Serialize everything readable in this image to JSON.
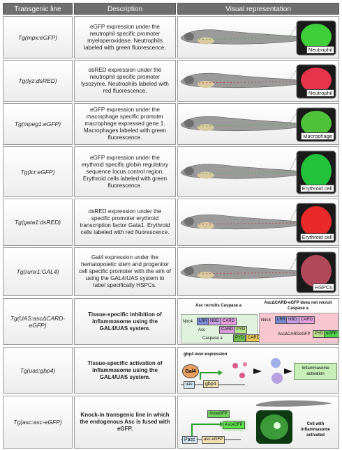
{
  "header": {
    "col1": "Transgenic line",
    "col2": "Description",
    "col3": "Visual representation"
  },
  "rows": [
    {
      "line": "Tg(mpx:eGFP)",
      "description": "eGFP expression under the neutrophil specific promoter myeloperoxidase. Neutrophils labeled with green fluorescence.",
      "cell_label": "Neutrophil",
      "inset_color": "#3fcf3a"
    },
    {
      "line": "Tg(lyz:dsRED)",
      "description": "dsRED expression under the neutrophil specific promoter lysozyme. Neutrophils labeled with red fluorescence.",
      "cell_label": "Neutrophil",
      "inset_color": "#e8344a"
    },
    {
      "line": "Tg(mpeg1:eGFP)",
      "description": "eGFP expression under the macrophage specific promoter macrophage expressed gene 1. Macrophages labeled with green fluorescence.",
      "cell_label": "Macrophage",
      "inset_color": "#4fc23a"
    },
    {
      "line": "Tg(lcr:eGFP)",
      "description": "eGFP expression under the erythroid specific globin regulatory sequence locus control region. Erythroid cells labeled with green fluorescence.",
      "cell_label": "Erythroid cell",
      "inset_color": "#22c23a"
    },
    {
      "line": "Tg(gata1:dsRED)",
      "description": "dsRED expression under the specific promoter erythroid transcription factor Gata1. Erythroid cells labeled with red fluorescence.",
      "cell_label": "Erythroid cell",
      "inset_color": "#e82a2a"
    },
    {
      "line": "Tg(runx1:GAL4)",
      "description": "Gal4 expression under the hematopoietic stem and progenitor cell specific promoter with the aim of using the GAL4/UAS system to label specifically HSPCs.",
      "cell_label": "HSPCs",
      "inset_color": "#b04a5a"
    },
    {
      "line": "Tg(UAS:ascΔCARD-eGFP)",
      "description": "Tissue-specific inhibition of inflammasome using the GAL4/UAS system."
    },
    {
      "line": "Tg(uas:gbp4)",
      "description": "Tissue-specific activation of inflammasome using the GAL4/UAS system."
    },
    {
      "line": "Tg(asc:asc-eGFP)",
      "description": "Knock-in transgenic line in which the endogenous Asc is fused with eGFP."
    }
  ],
  "asc_card": {
    "left_title": "Asc recruits Caspase a",
    "right_title": "AscΔCARD-eGFP does not recruit Caspase a",
    "nlrc4": "Nlrc4",
    "lrr": "LRR",
    "nbd": "NBD",
    "card": "CARD",
    "asc": "Asc",
    "pyd": "PYD",
    "caspase": "Caspase a",
    "casp_card": "CARD",
    "right_nlrc4": "Nlrc4",
    "right_construct": "AscΔCARDeGFP",
    "egfp": "eGFP"
  },
  "gbp4": {
    "title": "gbp4 over-expression",
    "gal4": "Gal4",
    "uas": "uas",
    "gene": "gbp4",
    "result": "Inflammasome activation"
  },
  "asc_egfp": {
    "protein1_a": "Asc",
    "protein1_b": "eGFP",
    "protein2_a": "Asc",
    "protein2_b": "eGFP",
    "promoter": "Pasc",
    "gene": "asc-eGFP",
    "result": "Cell with inflammasome activated"
  },
  "colors": {
    "header_bg": "#6f6f6f",
    "green": "#3fcf3a",
    "red": "#e8344a",
    "arrow_green": "#2aa02a"
  }
}
